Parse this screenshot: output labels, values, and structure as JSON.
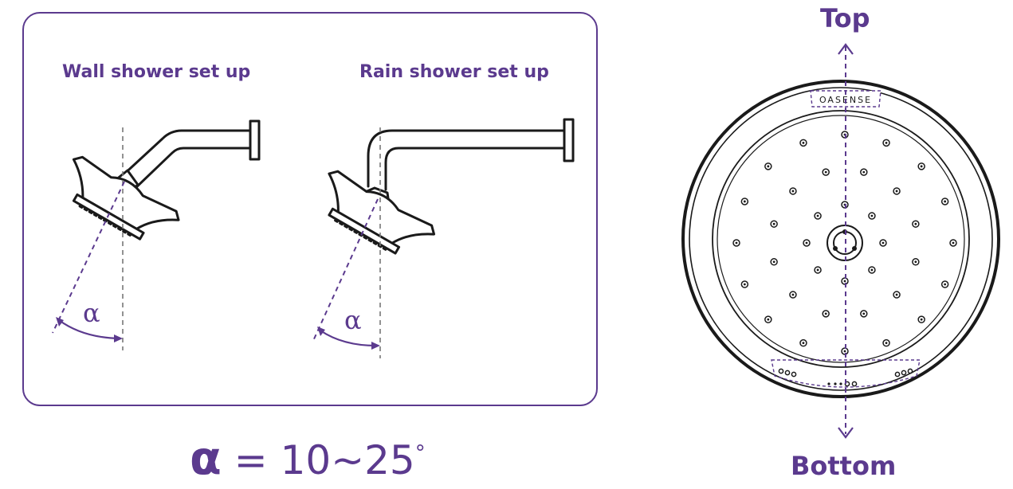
{
  "colors": {
    "accent": "#5b3a8e",
    "line": "#1a1a1a",
    "guide": "#777777"
  },
  "setups": {
    "wall_label": "Wall shower set up",
    "rain_label": "Rain shower set up",
    "angle_symbol": "α"
  },
  "formula": {
    "symbol": "α",
    "equals": "=",
    "range": "10~25",
    "unit": "°"
  },
  "orientation": {
    "top_label": "Top",
    "bottom_label": "Bottom"
  },
  "brand": {
    "logo_text": "OASENSE"
  }
}
